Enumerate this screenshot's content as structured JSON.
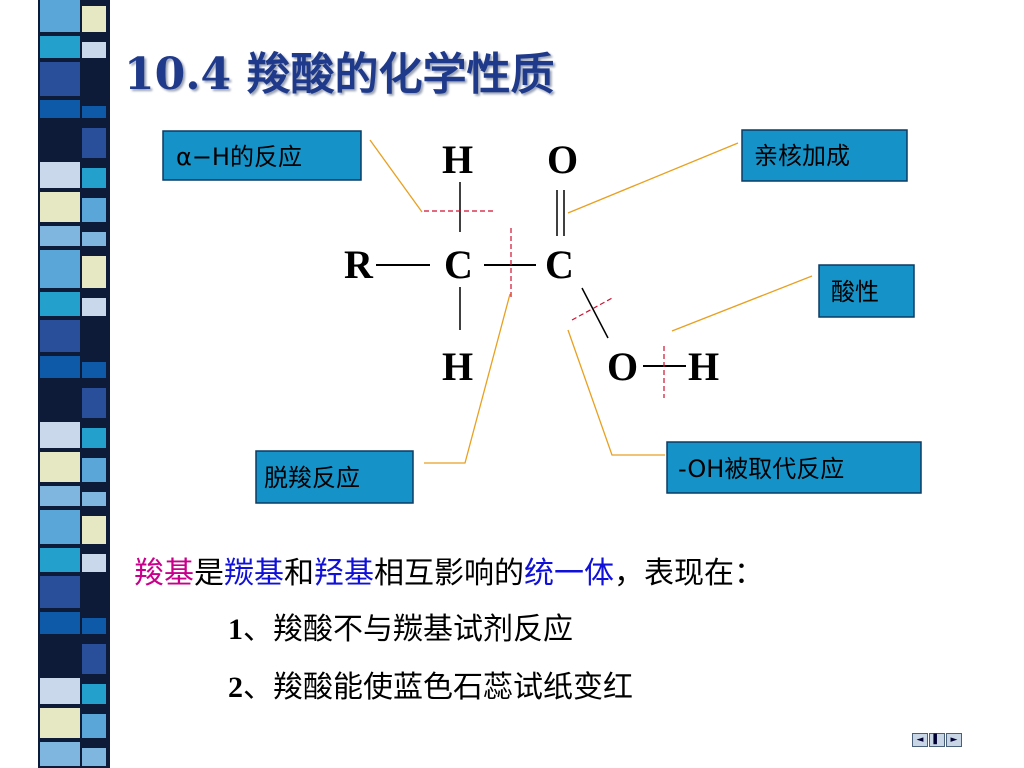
{
  "slide": {
    "title": "10.4 羧酸的化学性质"
  },
  "structure": {
    "R": "R",
    "C1": "C",
    "C2": "C",
    "H_top": "H",
    "H_bottom": "H",
    "O_top": "O",
    "O_bottom": "O",
    "H_hydroxyl": "H",
    "bond_RC": "—",
    "bond_CC": "—",
    "bond_OH": "—",
    "bond_vertical": "│",
    "bond_double": "‖"
  },
  "callouts": {
    "alpha_h": "α−H的反应",
    "nucleophilic_addition": "亲核加成",
    "acidity": "酸性",
    "decarboxylation": "脱羧反应",
    "oh_substitution": "-OH被取代反应"
  },
  "body": {
    "line1": {
      "carboxyl": "羧基",
      "is": "是",
      "carbonyl": "羰基",
      "and": "和",
      "hydroxyl": "羟基",
      "mutual": "相互影响的",
      "unity": "统一体",
      "rest": "，表现在："
    },
    "line2": {
      "num": "1",
      "text": "、羧酸不与羰基试剂反应"
    },
    "line3": {
      "num": "2",
      "text": "、羧酸能使蓝色石蕊试纸变红"
    }
  },
  "nav": {
    "prev_icon": "◄",
    "menu_icon": "▌",
    "next_icon": "►"
  },
  "colors": {
    "title": "#1f3a8a",
    "callout_fill": "#1592c8",
    "leader_line": "#e8a020",
    "cut_line": "#d01030",
    "highlight_magenta": "#c8008c",
    "highlight_blue": "#1010d8"
  }
}
